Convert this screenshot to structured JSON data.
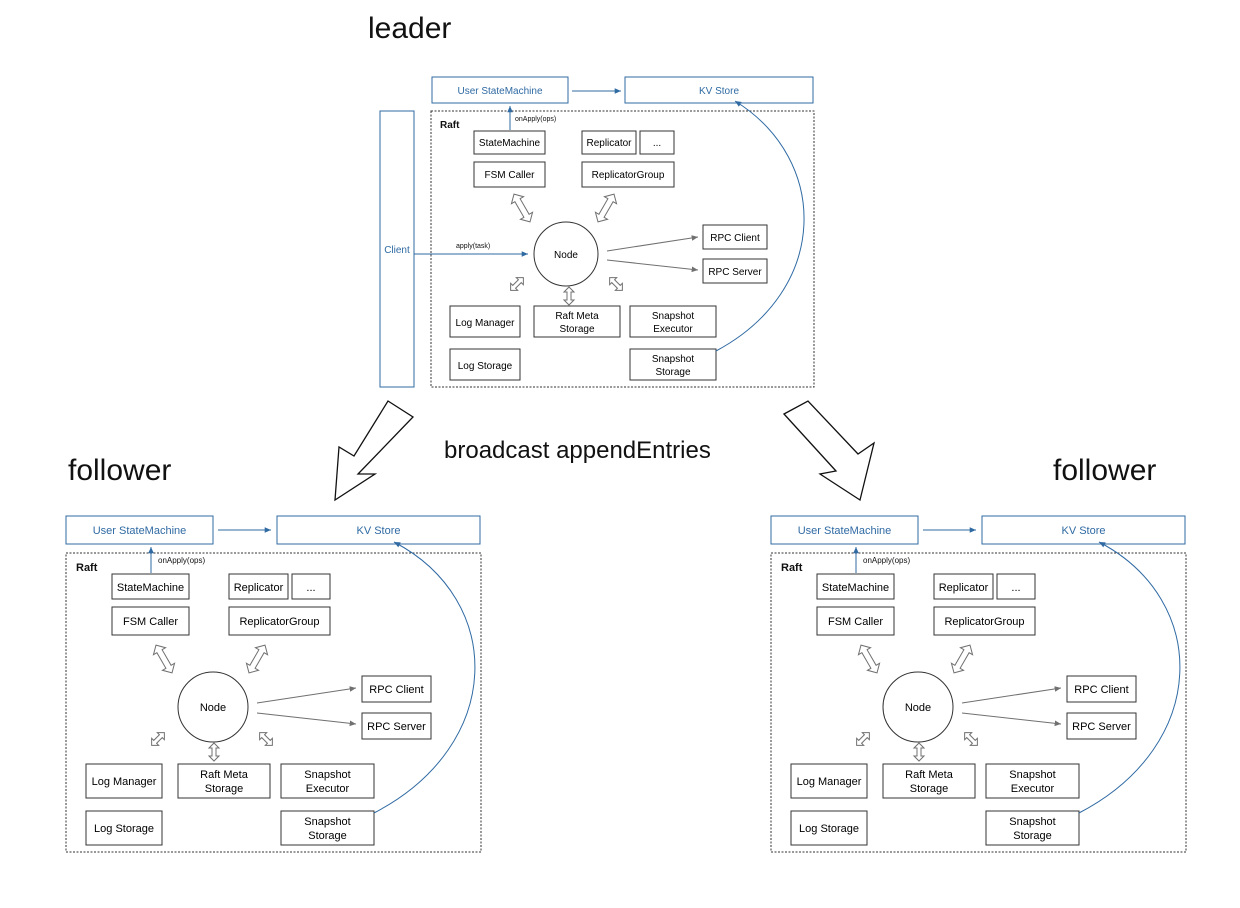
{
  "labels": {
    "leader": "leader",
    "follower_left": "follower",
    "follower_right": "follower",
    "broadcast": "broadcast appendEntries"
  },
  "panel": {
    "user_statemachine": "User StateMachine",
    "kv_store": "KV Store",
    "raft": "Raft",
    "on_apply": "onApply(ops)",
    "statemachine": "StateMachine",
    "fsm_caller": "FSM Caller",
    "replicator": "Replicator",
    "ellipsis": "...",
    "replicator_group": "ReplicatorGroup",
    "node": "Node",
    "rpc_client": "RPC Client",
    "rpc_server": "RPC Server",
    "log_manager": "Log Manager",
    "raft_meta_storage": [
      "Raft Meta",
      "Storage"
    ],
    "snapshot_executor": [
      "Snapshot",
      "Executor"
    ],
    "log_storage": "Log Storage",
    "snapshot_storage": [
      "Snapshot",
      "Storage"
    ]
  },
  "client": {
    "label": "Client",
    "apply_task": "apply(task)"
  },
  "colors": {
    "accent_blue": "#2f6aa3",
    "box_border": "#333333",
    "arrow_gray": "#707070"
  }
}
